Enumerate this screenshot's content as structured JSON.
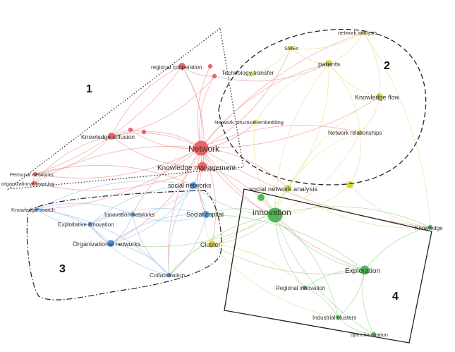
{
  "clusters": [
    {
      "id": "red",
      "color": "#e8585a",
      "edge_color": "#f0a0a0"
    },
    {
      "id": "yellow",
      "color": "#d4d02a",
      "edge_color": "#e6e39a"
    },
    {
      "id": "green",
      "color": "#44b04a",
      "edge_color": "#a8d8a0"
    },
    {
      "id": "blue",
      "color": "#4a90d4",
      "edge_color": "#a8c8ec"
    }
  ],
  "nodes": [
    {
      "id": "network",
      "label": "Network",
      "cluster": "red",
      "weight": 5
    },
    {
      "id": "knowledge-management",
      "label": "Knowledge management",
      "cluster": "red",
      "weight": 3
    },
    {
      "id": "regional-cooperation",
      "label": "regional cooperation",
      "cluster": "red",
      "weight": 2
    },
    {
      "id": "technology-transfer",
      "label": "Technology transfer",
      "cluster": "red",
      "weight": 1
    },
    {
      "id": "knowledge-diffusion",
      "label": "Knowledge diffusion",
      "cluster": "red",
      "weight": 2
    },
    {
      "id": "kd-satellite-1",
      "label": "",
      "cluster": "red",
      "weight": 1
    },
    {
      "id": "kd-satellite-2",
      "label": "",
      "cluster": "red",
      "weight": 1
    },
    {
      "id": "tt-satellite",
      "label": "",
      "cluster": "red",
      "weight": 1
    },
    {
      "id": "personal-networks",
      "label": "Personal networks",
      "cluster": "red",
      "weight": 1
    },
    {
      "id": "organizational-learning",
      "label": "organizational learning",
      "cluster": "red",
      "weight": 1
    },
    {
      "id": "network-analysis",
      "label": "network analysis",
      "cluster": "yellow",
      "weight": 1
    },
    {
      "id": "smes",
      "label": "SMEs",
      "cluster": "yellow",
      "weight": 1
    },
    {
      "id": "patents",
      "label": "patents",
      "cluster": "yellow",
      "weight": 2
    },
    {
      "id": "knowledge-flow",
      "label": "Knowledge flow",
      "cluster": "yellow",
      "weight": 2
    },
    {
      "id": "network-structure-embedding",
      "label": "Network structure embedding",
      "cluster": "yellow",
      "weight": 1
    },
    {
      "id": "network-relationships",
      "label": "Network relationships",
      "cluster": "yellow",
      "weight": 1
    },
    {
      "id": "social-network-analysis",
      "label": "social network analysis",
      "cluster": "yellow",
      "weight": 2
    },
    {
      "id": "sna-satellite",
      "label": "",
      "cluster": "yellow",
      "weight": 2
    },
    {
      "id": "technology-transfer-yellow",
      "label": "",
      "cluster": "yellow",
      "weight": 1
    },
    {
      "id": "cluster",
      "label": "Cluster",
      "cluster": "yellow",
      "weight": 2
    },
    {
      "id": "innovation",
      "label": "innovation",
      "cluster": "green",
      "weight": 5
    },
    {
      "id": "innovation-satellite",
      "label": "",
      "cluster": "green",
      "weight": 2
    },
    {
      "id": "knowledge",
      "label": "Knowledge",
      "cluster": "green",
      "weight": 1
    },
    {
      "id": "exploration",
      "label": "Exploration",
      "cluster": "green",
      "weight": 3
    },
    {
      "id": "regional-innovation",
      "label": "Regional innovation",
      "cluster": "green",
      "weight": 1
    },
    {
      "id": "industrial-clusters",
      "label": "Industrial clusters",
      "cluster": "green",
      "weight": 1
    },
    {
      "id": "open-innovation",
      "label": "open innovation",
      "cluster": "green",
      "weight": 1
    },
    {
      "id": "social-networks",
      "label": "social networks",
      "cluster": "blue",
      "weight": 2
    },
    {
      "id": "social-capital",
      "label": "Social capital",
      "cluster": "blue",
      "weight": 2
    },
    {
      "id": "knowledge-search",
      "label": "Knowledge search",
      "cluster": "blue",
      "weight": 1
    },
    {
      "id": "innovation-networks",
      "label": "Innovation networks",
      "cluster": "blue",
      "weight": 1
    },
    {
      "id": "exploitative-innovation",
      "label": "Exploitative innovation",
      "cluster": "blue",
      "weight": 1
    },
    {
      "id": "organizational-networks",
      "label": "Organizational networks",
      "cluster": "blue",
      "weight": 2
    },
    {
      "id": "collaboration",
      "label": "Collaboration",
      "cluster": "blue",
      "weight": 1
    }
  ],
  "region_labels": [
    "1",
    "2",
    "3",
    "4"
  ]
}
